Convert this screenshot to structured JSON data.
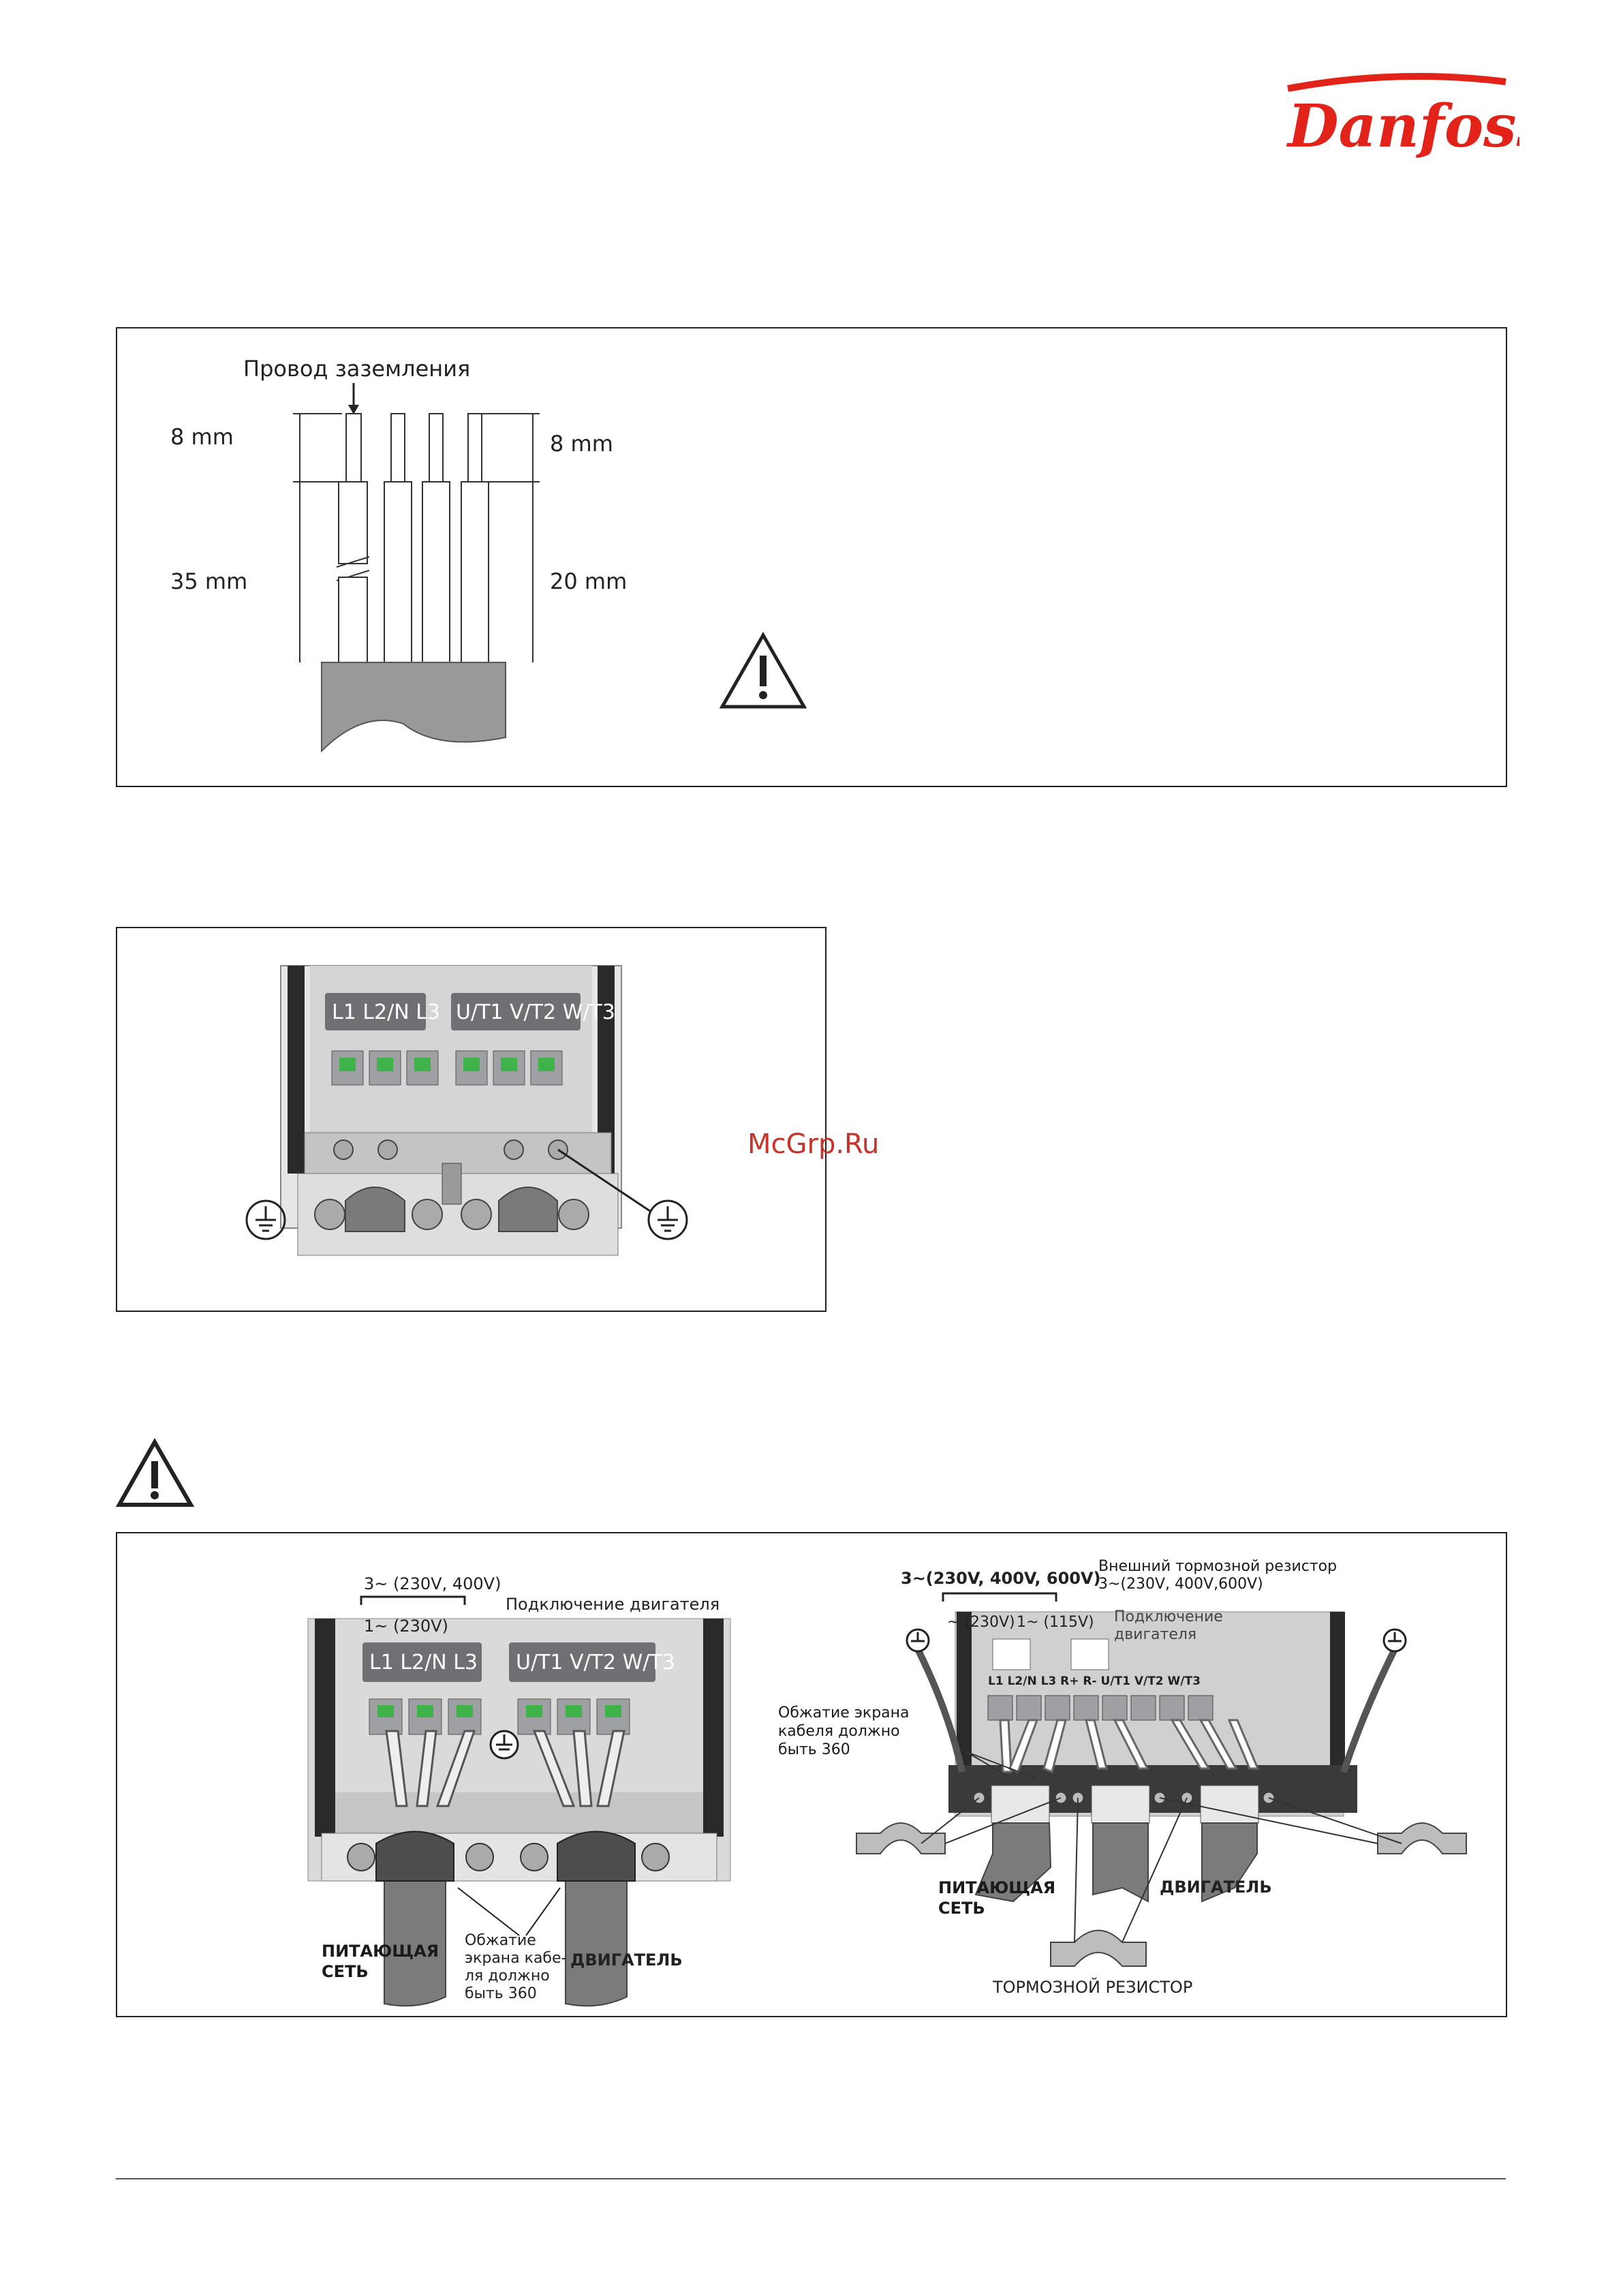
{
  "brand": {
    "logo_text": "Danfoss",
    "color": "#e2231a"
  },
  "figure1": {
    "ground_wire_label": "Провод заземления",
    "left_top_dim": "8 mm",
    "left_long_dim": "35 mm",
    "right_top_dim": "8 mm",
    "right_long_dim": "20 mm"
  },
  "figure2": {
    "mains_terminals": "L1  L2/N  L3",
    "motor_terminals": "U/T1 V/T2 W/T3"
  },
  "watermark": "McGrp.Ru",
  "figure3": {
    "left": {
      "supply_3ph": "3~ (230V, 400V)",
      "supply_1ph": "1~ (230V)",
      "motor_connection": "Подключение двигателя",
      "mains_terminals": "L1  L2/N  L3",
      "motor_terminals": "U/T1 V/T2 W/T3",
      "shield_note": [
        "Обжатие",
        "экрана кабе-",
        "ля должно",
        "быть 360"
      ],
      "mains_label": [
        "ПИТАЮЩАЯ",
        "СЕТЬ"
      ],
      "motor_label": "ДВИГАТЕЛЬ"
    },
    "right": {
      "supply_3ph": "3~(230V, 400V, 600V)",
      "supply_1ph_a": "~ (230V)",
      "supply_1ph_b": "1~ (115V)",
      "brake_resistor_ext": [
        "Внешний тормозной резистор",
        "3~(230V, 400V,600V)"
      ],
      "motor_connection": [
        "Подключение",
        "двигателя"
      ],
      "terminals": "L1 L2/N  L3   R+  R-  U/T1 V/T2 W/T3",
      "shield_note": [
        "Обжатие экрана",
        "кабеля должно",
        "быть 360"
      ],
      "mains_label": [
        "ПИТАЮЩАЯ",
        "СЕТЬ"
      ],
      "motor_label": "ДВИГАТЕЛЬ",
      "brake_label": "ТОРМОЗНОЙ РЕЗИСТОР"
    }
  }
}
